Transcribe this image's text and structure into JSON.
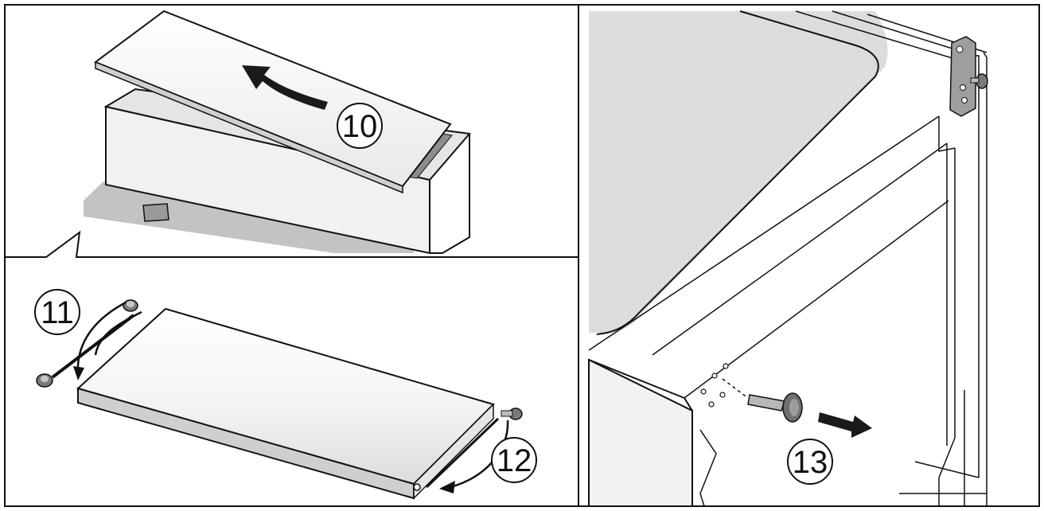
{
  "steps": {
    "s10": "10",
    "s11": "11",
    "s12": "12",
    "s13": "13"
  },
  "colors": {
    "line": "#111111",
    "panel_fill": "#f7f7f7",
    "panel_shade": "#e2e2e2",
    "shadow": "#bdbdbd",
    "arrow": "#1a1a1a",
    "door_fill": "#dcdcdc"
  },
  "icons": [
    "curved-arrow-icon",
    "straight-arrow-icon",
    "screw-icon",
    "cap-icon",
    "hinge-icon"
  ]
}
